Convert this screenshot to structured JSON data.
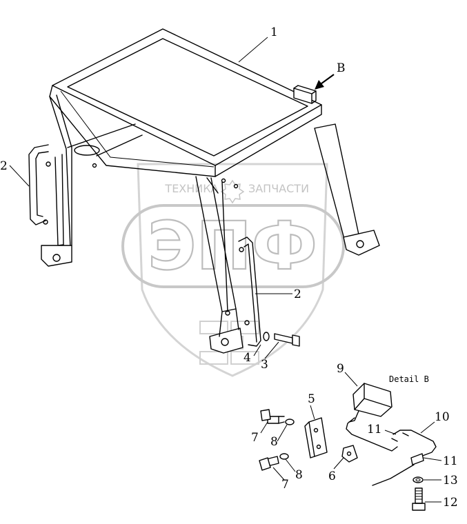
{
  "watermark": {
    "title": "ЭПФ",
    "left_text": "ТЕХНИКА",
    "right_text": "ЗАПЧАСТИ"
  },
  "detail_label": "Detail B",
  "callouts": {
    "c1": "1",
    "cB": "B",
    "c2a": "2",
    "c2b": "2",
    "c3": "3",
    "c4": "4",
    "c5": "5",
    "c6": "6",
    "c7a": "7",
    "c7b": "7",
    "c8a": "8",
    "c8b": "8",
    "c9": "9",
    "c10": "10",
    "c11a": "11",
    "c11b": "11",
    "c12": "12",
    "c13": "13"
  }
}
